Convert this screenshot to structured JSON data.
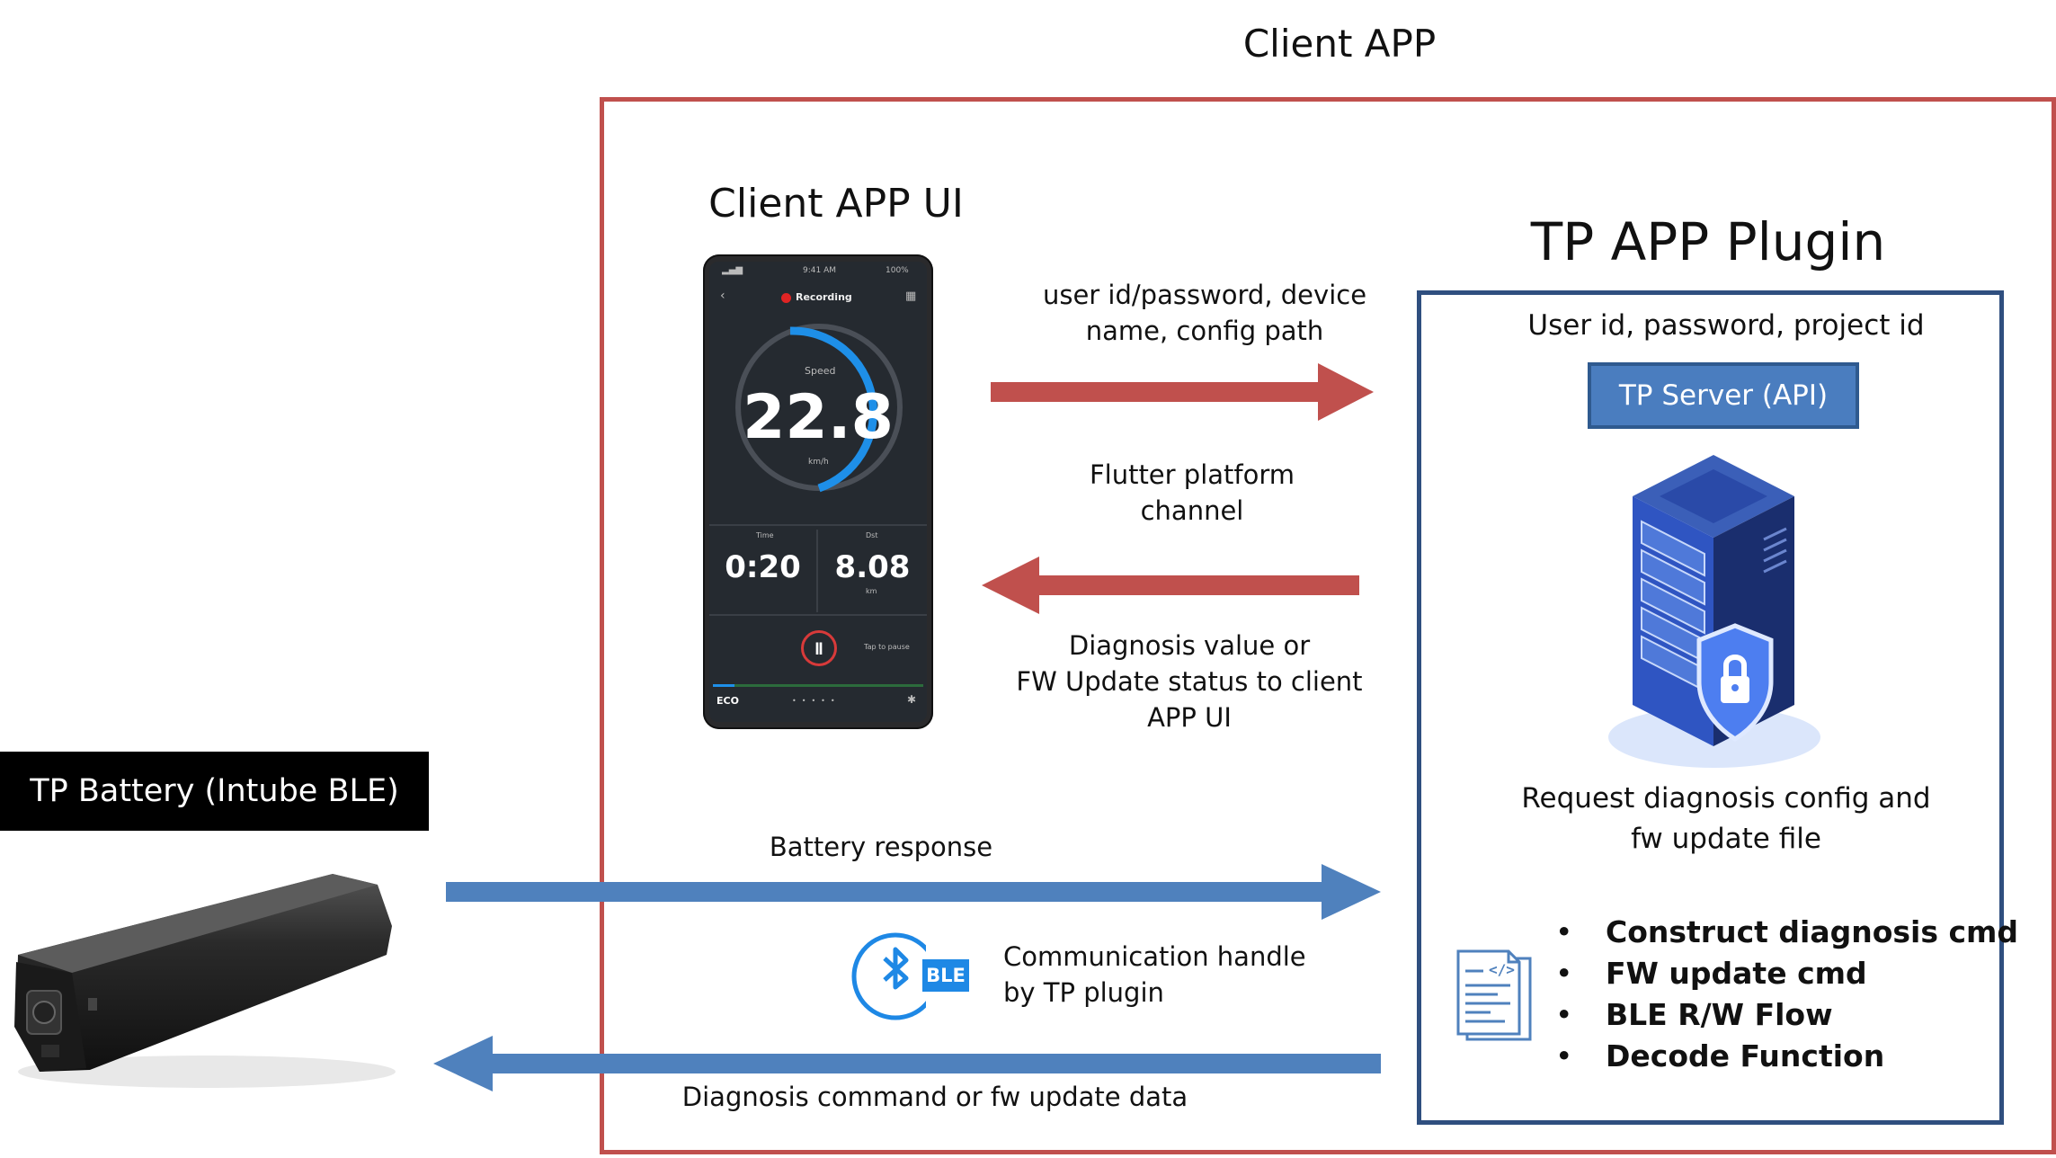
{
  "client_app": {
    "title": "Client APP",
    "ui_title": "Client APP UI",
    "phone": {
      "status_time": "9:41 AM",
      "status_battery": "100%",
      "recording": "Recording",
      "speed_label": "Speed",
      "speed_value": "22.8",
      "speed_unit": "km/h",
      "time_label": "Time",
      "time_value": "0:20",
      "dist_label": "Dst",
      "dist_value": "8.08",
      "dist_unit": "km",
      "pause_hint": "Tap to pause",
      "mode": "ECO"
    }
  },
  "plugin": {
    "title": "TP APP Plugin",
    "credentials": "User id, password, project id",
    "server_button": "TP Server (API)",
    "request_line1": "Request diagnosis config and",
    "request_line2": "fw update file",
    "features": [
      "Construct diagnosis cmd",
      "FW update cmd",
      "BLE R/W Flow",
      "Decode Function"
    ]
  },
  "arrows": {
    "to_plugin_line1": "user id/password, device",
    "to_plugin_line2": "name, config path",
    "channel_line1": "Flutter platform",
    "channel_line2": "channel",
    "to_ui_line1": "Diagnosis value or",
    "to_ui_line2": "FW Update status to client",
    "to_ui_line3": "APP UI",
    "battery_response": "Battery response",
    "ble_badge": "BLE",
    "ble_line1": "Communication handle",
    "ble_line2": "by TP plugin",
    "to_battery": "Diagnosis command or fw update data"
  },
  "battery": {
    "label": "TP Battery (Intube BLE)"
  },
  "colors": {
    "client_frame": "#c0504d",
    "red_arrow": "#c0504d",
    "blue_arrow": "#4f81bd",
    "plugin_frame": "#2f4f7f",
    "server_button": "#4a7dbf"
  }
}
